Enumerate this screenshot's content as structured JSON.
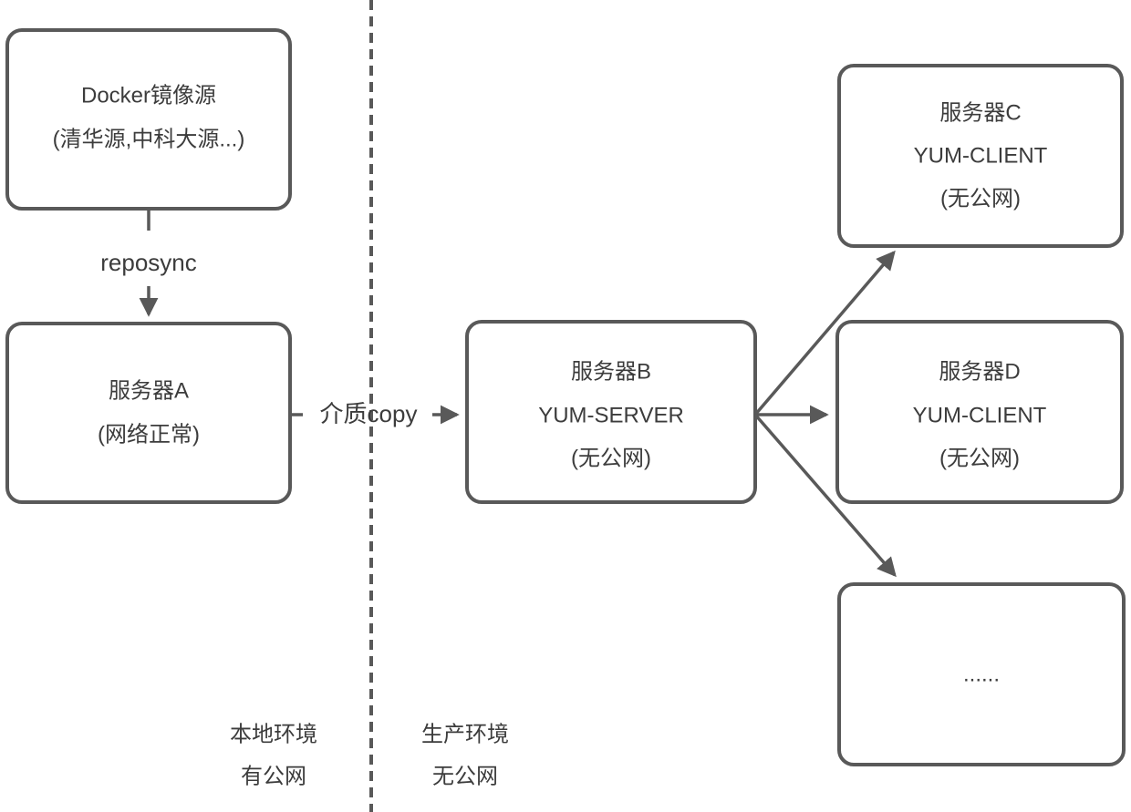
{
  "diagram": {
    "boxes": {
      "docker_source": {
        "lines": [
          "Docker镜像源",
          "(清华源,中科大源...)"
        ]
      },
      "server_a": {
        "lines": [
          "服务器A",
          "(网络正常)"
        ]
      },
      "server_b": {
        "lines": [
          "服务器B",
          "YUM-SERVER",
          "(无公网)"
        ]
      },
      "server_c": {
        "lines": [
          "服务器C",
          "YUM-CLIENT",
          "(无公网)"
        ]
      },
      "server_d": {
        "lines": [
          "服务器D",
          "YUM-CLIENT",
          "(无公网)"
        ]
      },
      "more_servers": {
        "lines": [
          "......"
        ]
      }
    },
    "edges": {
      "reposync": {
        "label": "reposync"
      },
      "media_copy": {
        "label": "介质copy"
      }
    },
    "zones": {
      "local": {
        "lines": [
          "本地环境",
          "有公网"
        ]
      },
      "production": {
        "lines": [
          "生产环境",
          "无公网"
        ]
      }
    },
    "colors": {
      "stroke": "#595959",
      "text": "#3c3c3c",
      "background": "#ffffff"
    }
  }
}
